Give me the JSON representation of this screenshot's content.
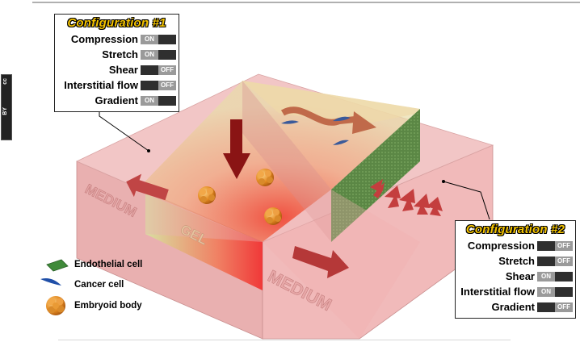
{
  "config1": {
    "title": "Configuration #1",
    "rows": [
      {
        "label": "Compression",
        "state": "ON"
      },
      {
        "label": "Stretch",
        "state": "ON"
      },
      {
        "label": "Shear",
        "state": "OFF"
      },
      {
        "label": "Interstitial flow",
        "state": "OFF"
      },
      {
        "label": "Gradient",
        "state": "ON"
      }
    ]
  },
  "config2": {
    "title": "Configuration #2",
    "rows": [
      {
        "label": "Compression",
        "state": "OFF"
      },
      {
        "label": "Stretch",
        "state": "OFF"
      },
      {
        "label": "Shear",
        "state": "ON"
      },
      {
        "label": "Interstitial flow",
        "state": "ON"
      },
      {
        "label": "Gradient",
        "state": "OFF"
      }
    ]
  },
  "regions": {
    "medium_left": "MEDIUM",
    "gel": "GEL",
    "medium_front": "MEDIUM"
  },
  "legend": [
    {
      "icon": "endothelial-cell-icon",
      "label": "Endothelial cell"
    },
    {
      "icon": "cancer-cell-icon",
      "label": "Cancer cell"
    },
    {
      "icon": "embryoid-body-icon",
      "label": "Embryoid body"
    }
  ],
  "license": {
    "cc": "cc",
    "by": "BY"
  },
  "colors": {
    "medium": "#f2c2c2",
    "gel": "#e8d9a8",
    "endothelium": "#5f8a4a",
    "arrow": "#b83a3a",
    "title_yellow": "#f5c400"
  }
}
